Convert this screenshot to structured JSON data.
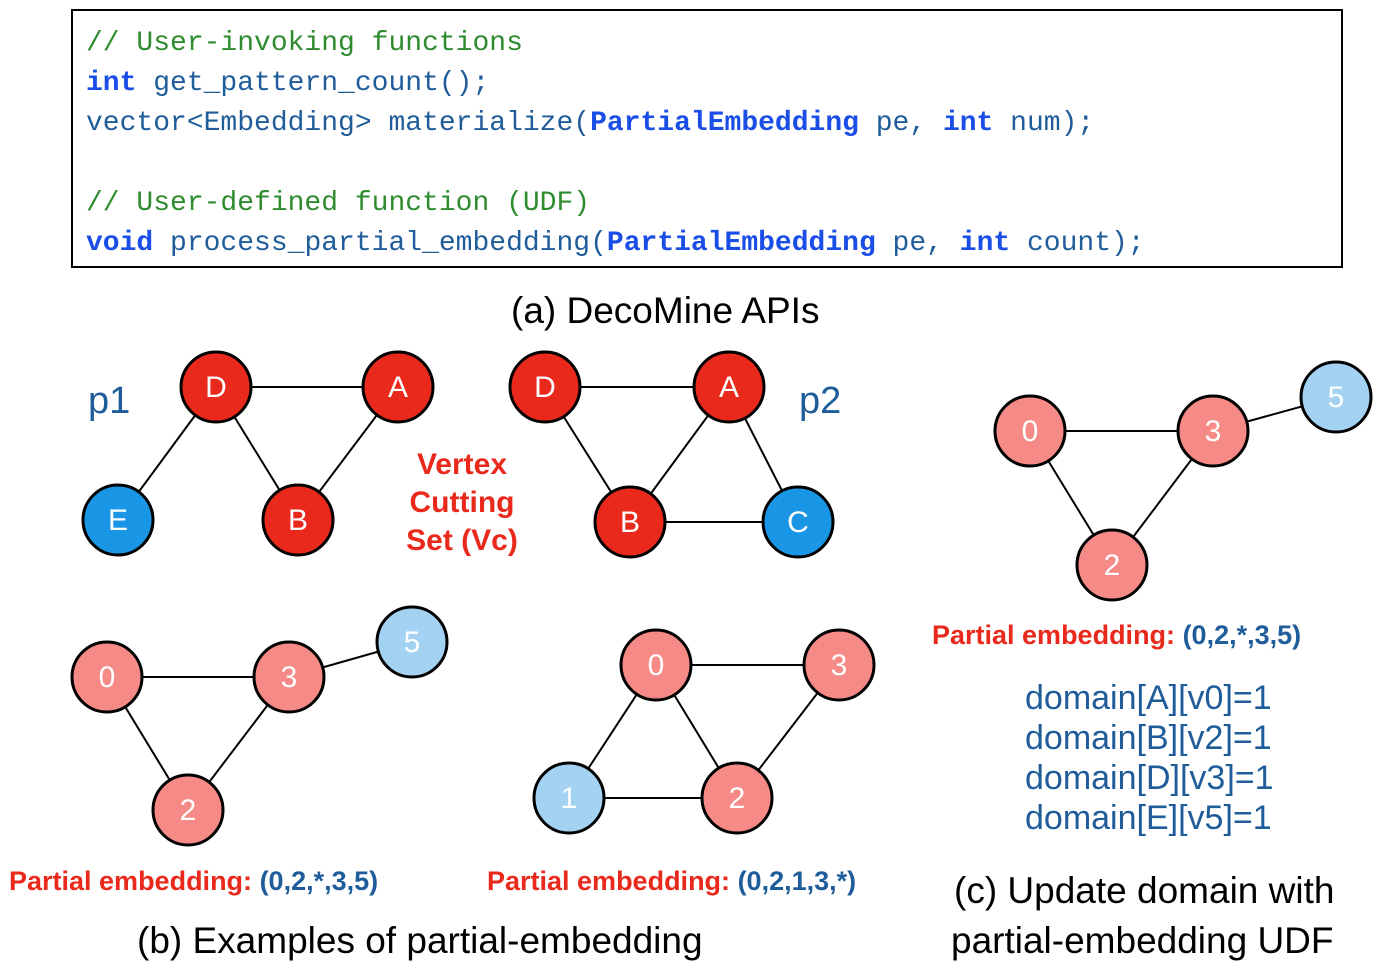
{
  "code": {
    "lines": [
      [
        {
          "t": "// User-invoking functions",
          "c": "comment"
        }
      ],
      [
        {
          "t": "int",
          "c": "kw"
        },
        {
          "t": " get_pattern_count();",
          "c": "plain"
        }
      ],
      [
        {
          "t": "vector<Embedding> materialize(",
          "c": "plain"
        },
        {
          "t": "PartialEmbedding",
          "c": "kw"
        },
        {
          "t": " pe, ",
          "c": "plain"
        },
        {
          "t": "int",
          "c": "kw"
        },
        {
          "t": " num);",
          "c": "plain"
        }
      ],
      [],
      [
        {
          "t": "// User-defined function (UDF)",
          "c": "comment"
        }
      ],
      [
        {
          "t": "void",
          "c": "kw"
        },
        {
          "t": " process_partial_embedding(",
          "c": "plain"
        },
        {
          "t": "PartialEmbedding",
          "c": "kw"
        },
        {
          "t": " pe, ",
          "c": "plain"
        },
        {
          "t": "int",
          "c": "kw"
        },
        {
          "t": " count);",
          "c": "plain"
        }
      ]
    ]
  },
  "captions": {
    "a": "(a) DecoMine APIs",
    "b": "(b) Examples of partial-embedding",
    "c_line1": "(c) Update domain with",
    "c_line2": "partial-embedding UDF"
  },
  "patterns": {
    "p1_label": "p1",
    "p2_label": "p2",
    "vertex_cutting_set": [
      "Vertex",
      "Cutting",
      "Set (Vc)"
    ]
  },
  "colors": {
    "pattern_red": "#e8291c",
    "pattern_blue": "#1a96e6",
    "embed_pink": "#f58a86",
    "embed_blue": "#a3d2f2",
    "edge": "#000000"
  },
  "graphs": [
    {
      "id": "pattern-p1",
      "nodes": [
        {
          "id": "D",
          "label": "D",
          "color": "pattern_red"
        },
        {
          "id": "A",
          "label": "A",
          "color": "pattern_red"
        },
        {
          "id": "E",
          "label": "E",
          "color": "pattern_blue"
        },
        {
          "id": "B",
          "label": "B",
          "color": "pattern_red"
        }
      ],
      "edges": [
        [
          "D",
          "A"
        ],
        [
          "D",
          "E"
        ],
        [
          "D",
          "B"
        ],
        [
          "A",
          "B"
        ]
      ]
    },
    {
      "id": "pattern-p2",
      "nodes": [
        {
          "id": "D",
          "label": "D",
          "color": "pattern_red"
        },
        {
          "id": "A",
          "label": "A",
          "color": "pattern_red"
        },
        {
          "id": "B",
          "label": "B",
          "color": "pattern_red"
        },
        {
          "id": "C",
          "label": "C",
          "color": "pattern_blue"
        }
      ],
      "edges": [
        [
          "D",
          "A"
        ],
        [
          "D",
          "B"
        ],
        [
          "A",
          "B"
        ],
        [
          "A",
          "C"
        ],
        [
          "B",
          "C"
        ]
      ]
    },
    {
      "id": "embedding-1",
      "nodes": [
        {
          "id": "0",
          "label": "0",
          "color": "embed_pink"
        },
        {
          "id": "3",
          "label": "3",
          "color": "embed_pink"
        },
        {
          "id": "5",
          "label": "5",
          "color": "embed_blue"
        },
        {
          "id": "2",
          "label": "2",
          "color": "embed_pink"
        }
      ],
      "edges": [
        [
          "0",
          "3"
        ],
        [
          "3",
          "5"
        ],
        [
          "0",
          "2"
        ],
        [
          "3",
          "2"
        ]
      ]
    },
    {
      "id": "embedding-2",
      "nodes": [
        {
          "id": "0",
          "label": "0",
          "color": "embed_pink"
        },
        {
          "id": "3",
          "label": "3",
          "color": "embed_pink"
        },
        {
          "id": "1",
          "label": "1",
          "color": "embed_blue"
        },
        {
          "id": "2",
          "label": "2",
          "color": "embed_pink"
        }
      ],
      "edges": [
        [
          "0",
          "3"
        ],
        [
          "0",
          "1"
        ],
        [
          "0",
          "2"
        ],
        [
          "3",
          "2"
        ],
        [
          "1",
          "2"
        ]
      ]
    },
    {
      "id": "embedding-c",
      "nodes": [
        {
          "id": "0",
          "label": "0",
          "color": "embed_pink"
        },
        {
          "id": "3",
          "label": "3",
          "color": "embed_pink"
        },
        {
          "id": "5",
          "label": "5",
          "color": "embed_blue"
        },
        {
          "id": "2",
          "label": "2",
          "color": "embed_pink"
        }
      ],
      "edges": [
        [
          "0",
          "3"
        ],
        [
          "3",
          "5"
        ],
        [
          "0",
          "2"
        ],
        [
          "3",
          "2"
        ]
      ]
    }
  ],
  "partial_embeddings": {
    "label": "Partial embedding:",
    "b1": "(0,2,*,3,5)",
    "b2": "(0,2,1,3,*)",
    "c": "(0,2,*,3,5)"
  },
  "domain_updates": [
    "domain[A][v0]=1",
    "domain[B][v2]=1",
    "domain[D][v3]=1",
    "domain[E][v5]=1"
  ]
}
